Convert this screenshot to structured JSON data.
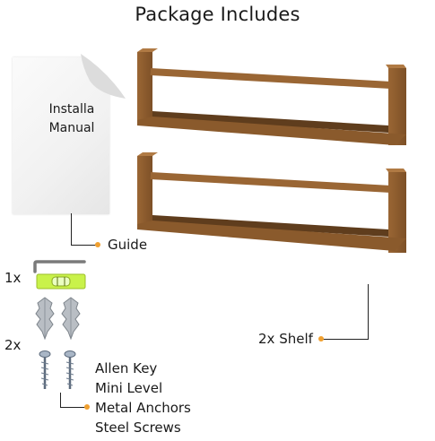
{
  "title": "Package Includes",
  "manual": {
    "line1": "Installa",
    "line2": "Manual"
  },
  "labels": {
    "guide": "Guide",
    "shelf": "2x  Shelf",
    "qty_1": "1x",
    "qty_2": "2x"
  },
  "items": [
    "Allen Key",
    "Mini Level",
    "Metal Anchors",
    "Steel Screws"
  ],
  "colors": {
    "wood": "#8a5a2c",
    "wood_dark": "#6a4220",
    "accent": "#f0a030",
    "level": "#c9f24a"
  }
}
